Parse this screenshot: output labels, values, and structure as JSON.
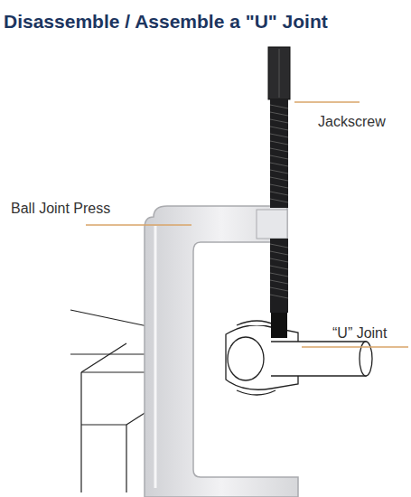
{
  "diagram": {
    "title": "Disassemble / Assemble a \"U\" Joint",
    "labels": [
      "Jackscrew",
      "Ball Joint Press",
      "“U” Joint"
    ]
  }
}
